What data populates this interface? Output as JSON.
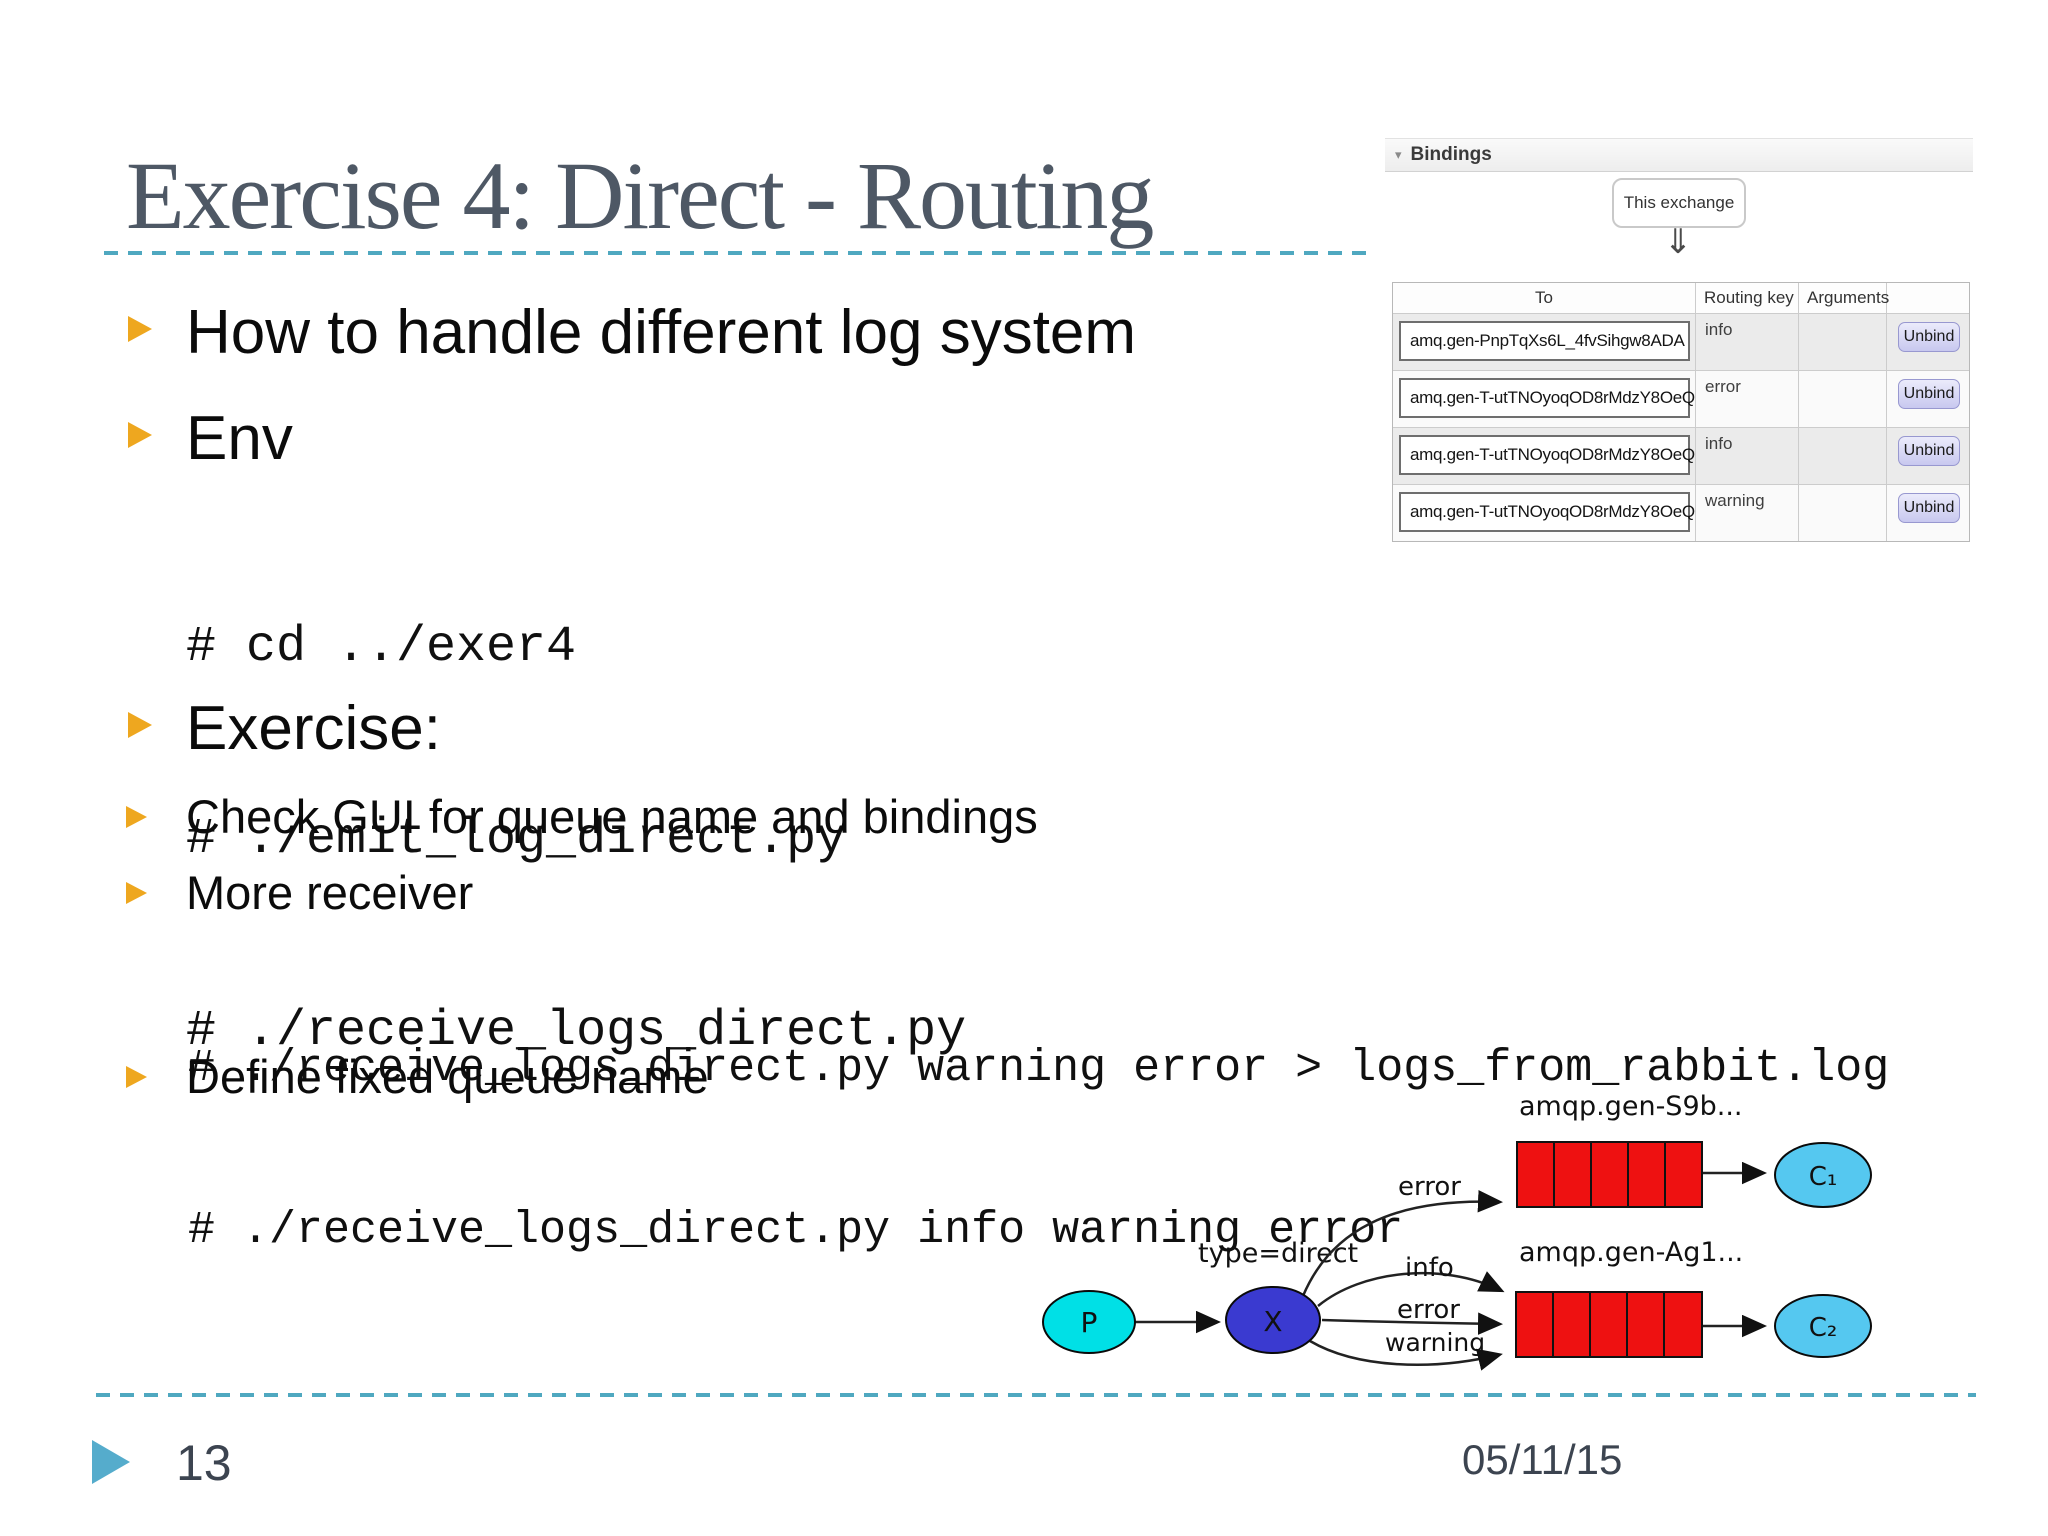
{
  "slide": {
    "title": "Exercise 4: Direct - Routing",
    "page_number": "13",
    "date": "05/11/15"
  },
  "content": {
    "bullet1": "How to handle different log system",
    "bullet2": "Env",
    "env_code": {
      "line1": "# cd ../exer4",
      "line2": "# ./emit_log_direct.py",
      "line3": "# ./receive_logs_direct.py"
    },
    "bullet3": "Exercise:",
    "bullet4": "Check GUI for queue name and bindings",
    "bullet5": "More receiver",
    "receiver_code": {
      "line1": "# ./receive_logs_direct.py warning error > logs_from_rabbit.log",
      "line2": "# ./receive_logs_direct.py info warning error"
    },
    "bullet6": "Define fixed queue name"
  },
  "bindings_panel": {
    "collapse_icon": "▾",
    "header": "Bindings",
    "exchange_box": "This exchange",
    "down_arrow": "⇓",
    "col_to": "To",
    "col_routing_key": "Routing key",
    "col_arguments": "Arguments",
    "rows": [
      {
        "to": "amq.gen-PnpTqXs6L_4fvSihgw8ADA",
        "routing_key": "info",
        "arguments": "",
        "action": "Unbind"
      },
      {
        "to": "amq.gen-T-utTNOyoqOD8rMdzY8OeQ",
        "routing_key": "error",
        "arguments": "",
        "action": "Unbind"
      },
      {
        "to": "amq.gen-T-utTNOyoqOD8rMdzY8OeQ",
        "routing_key": "info",
        "arguments": "",
        "action": "Unbind"
      },
      {
        "to": "amq.gen-T-utTNOyoqOD8rMdzY8OeQ",
        "routing_key": "warning",
        "arguments": "",
        "action": "Unbind"
      }
    ]
  },
  "diagram": {
    "producer_label": "P",
    "exchange_label": "X",
    "exchange_type": "type=direct",
    "queue1_name": "amqp.gen-S9b...",
    "queue2_name": "amqp.gen-Ag1...",
    "consumer1_label": "C₁",
    "consumer2_label": "C₂",
    "edge_error_top": "error",
    "edge_info": "info",
    "edge_error_mid": "error",
    "edge_warning": "warning",
    "colors": {
      "producer_fill": "#00e0e6",
      "exchange_fill": "#3a3ad0",
      "consumer_fill": "#55c8f0",
      "queue_fill": "#ee1111"
    }
  },
  "theme": {
    "title_color": "#4e5865",
    "divider_color": "#4fa8c0",
    "bullet_color": "#eea71f",
    "footer_arrow_color": "#55accc",
    "footer_text_color": "#3c4450"
  }
}
